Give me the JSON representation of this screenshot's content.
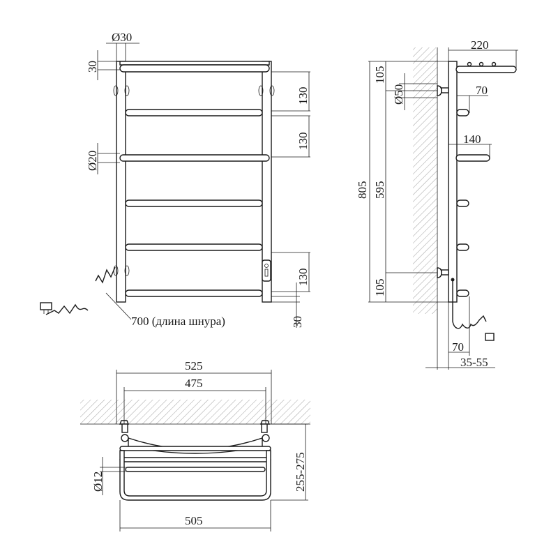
{
  "title": "Towel rail dimensional drawing",
  "front_view": {
    "dia_top": "Ø30",
    "top_offset": "30",
    "rung_spacing_1": "130",
    "rung_spacing_2": "130",
    "rung_spacing_3": "130",
    "dia_rung": "Ø20",
    "bottom_offset": "30",
    "cord_label": "700 (длина шнура)"
  },
  "side_view": {
    "depth_top": "220",
    "height_total": "805",
    "mount_spacing": "595",
    "top_mount_offset": "105",
    "bottom_mount_offset": "105",
    "dia_mount": "Ø50",
    "depth_short": "70",
    "depth_mid": "140",
    "depth_bottom": "70",
    "wall_gap": "35-55"
  },
  "top_view": {
    "width_outer": "525",
    "width_mount": "475",
    "dia_wire": "Ø12",
    "depth": "255-275",
    "width_shelf": "505"
  },
  "colors": {
    "line": "#1a1a1a",
    "hatch": "#888888"
  }
}
